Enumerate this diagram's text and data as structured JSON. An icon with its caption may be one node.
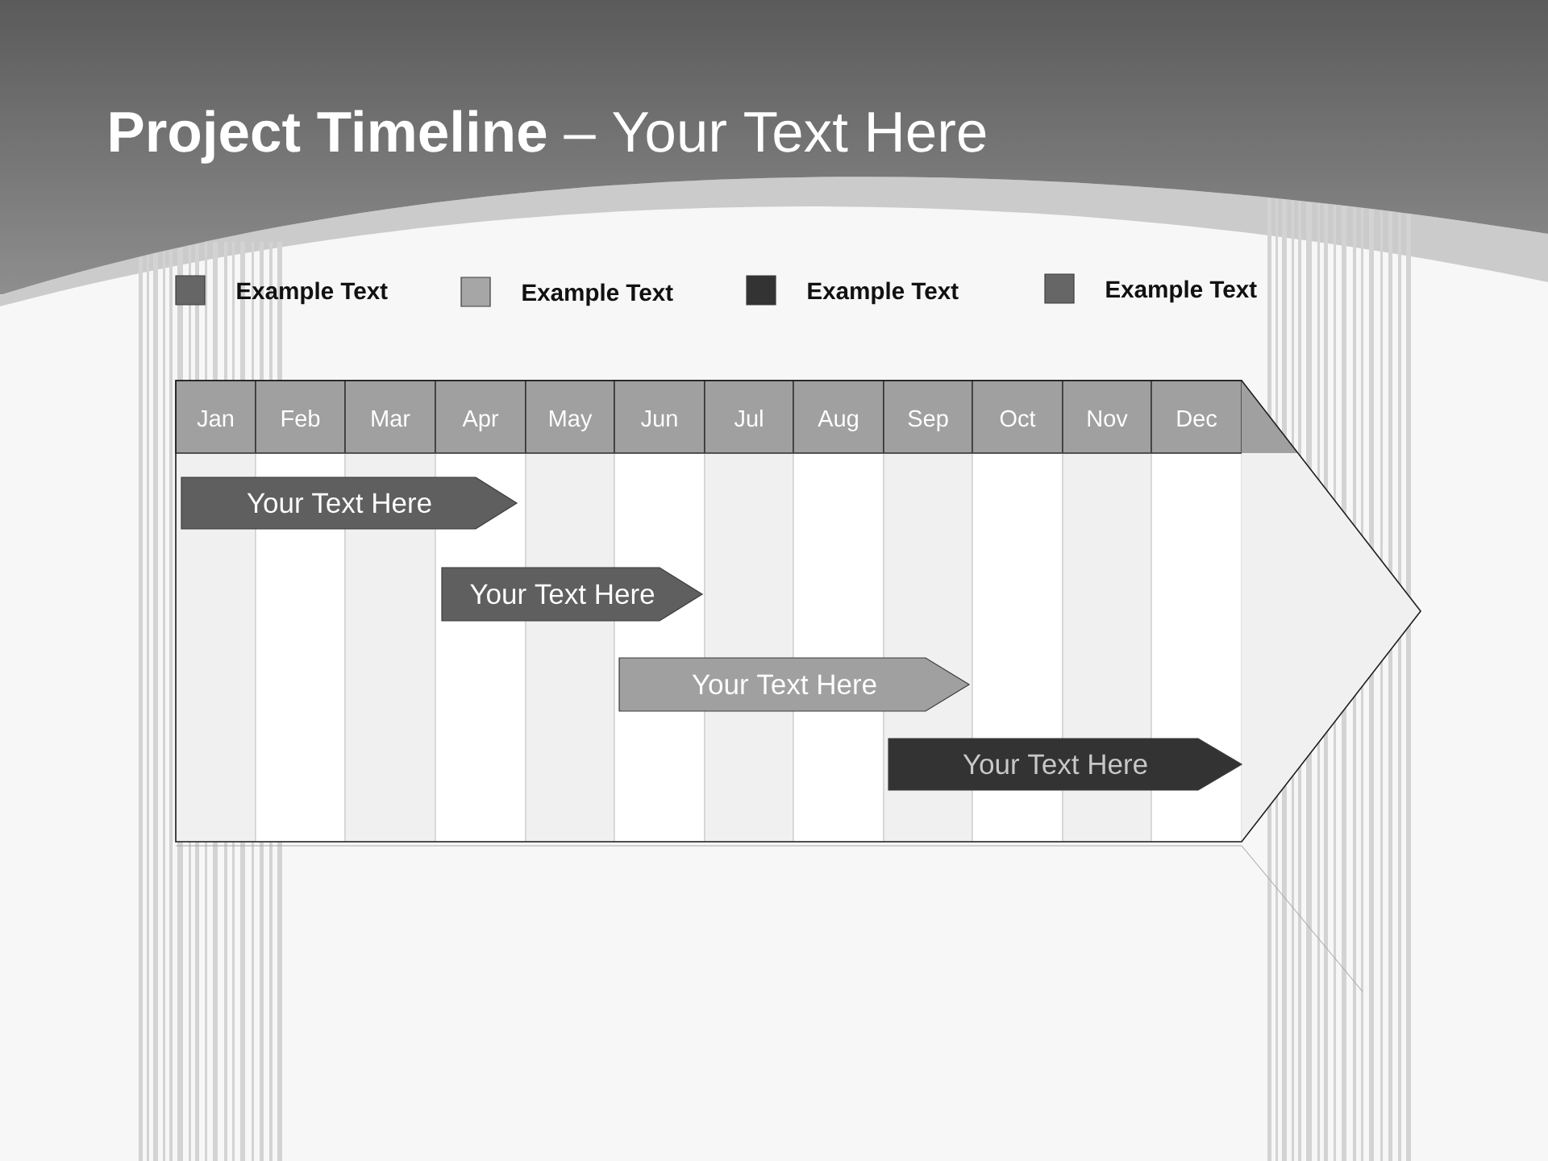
{
  "diagram": {
    "title": "**Project Timeline** – Your Text Here",
    "nodes": [
      {
        "text": [
          "Your Text Here"
        ]
      },
      {
        "text": [
          "Your Text Here"
        ]
      },
      {
        "text": [
          "Your Text Here"
        ]
      },
      {
        "text": [
          "Your Text Here"
        ]
      }
    ],
    "labels": [
      "Jan",
      "Feb",
      "Mar",
      "Apr",
      "May",
      "Jun",
      "Jul",
      "Aug",
      "Sep",
      "Oct",
      "Nov",
      "Dec"
    ],
    "legend": [
      {
        "text": "Example Text",
        "color": "#666666"
      },
      {
        "text": "Example Text",
        "color": "#a6a6a6"
      },
      {
        "text": "Example Text",
        "color": "#333333"
      },
      {
        "text": "Example Text",
        "color": "#666666"
      }
    ]
  }
}
